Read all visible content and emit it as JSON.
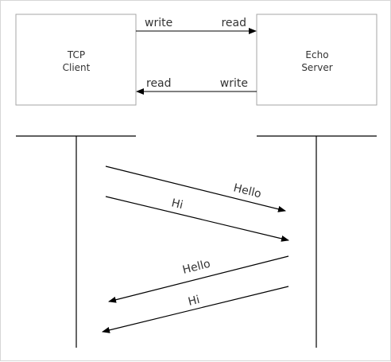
{
  "colors": {
    "line": "#000000",
    "box_border": "#a6a6a6",
    "text": "#333333",
    "background": "#ffffff"
  },
  "client": {
    "line1": "TCP",
    "line2": "Client"
  },
  "server": {
    "line1": "Echo",
    "line2": "Server"
  },
  "top_connection": {
    "left_label": "write",
    "right_label": "read"
  },
  "bottom_connection": {
    "left_label": "read",
    "right_label": "write"
  },
  "messages": [
    {
      "label": "Hello",
      "direction": "client-to-server"
    },
    {
      "label": "Hi",
      "direction": "client-to-server"
    },
    {
      "label": "Hello",
      "direction": "server-to-client"
    },
    {
      "label": "Hi",
      "direction": "server-to-client"
    }
  ]
}
